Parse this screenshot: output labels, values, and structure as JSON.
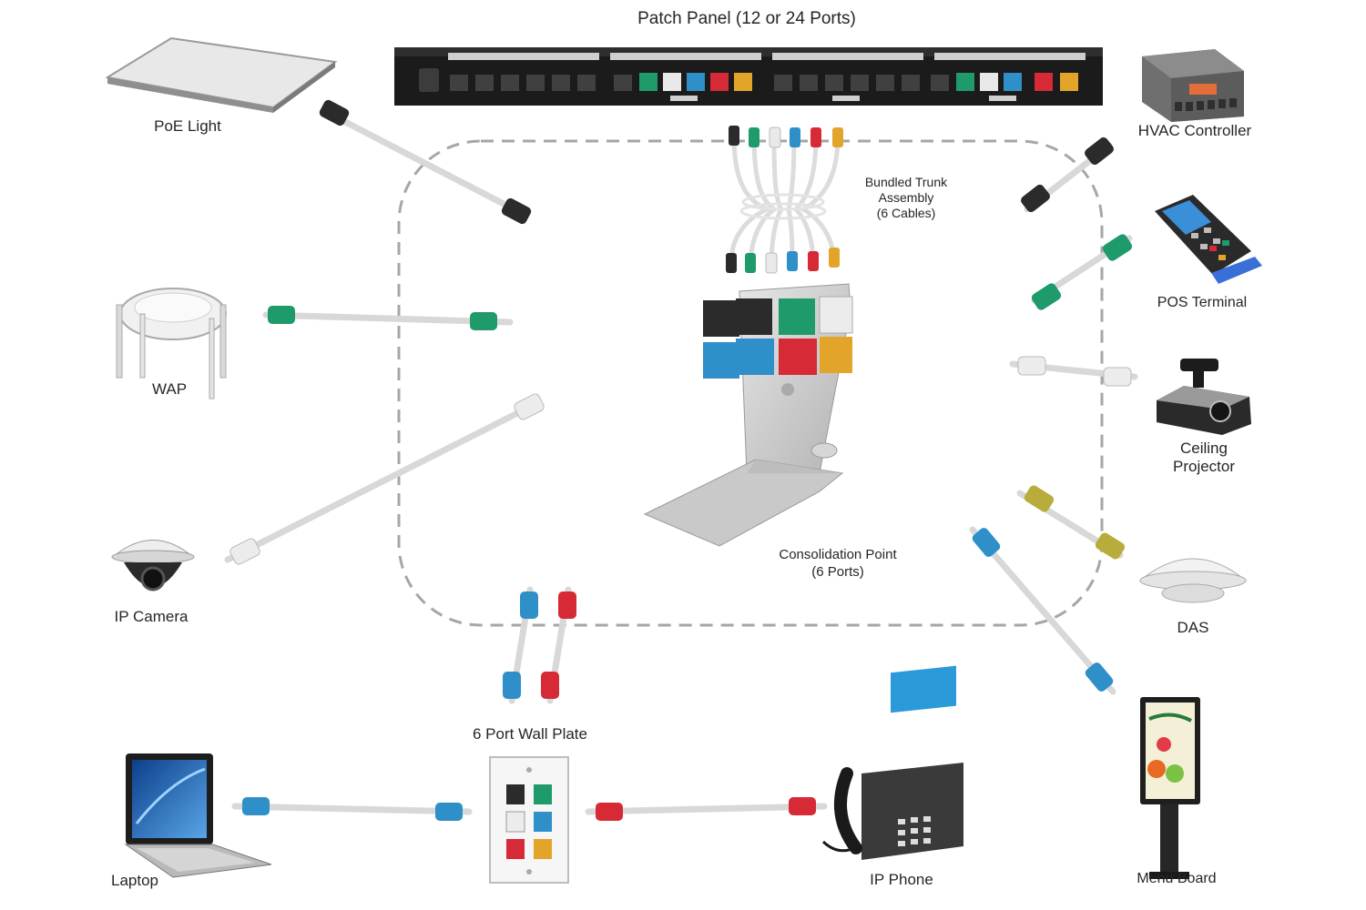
{
  "title": "Patch Panel (12 or 24 Ports)",
  "trunk": {
    "line1": "Bundled Trunk",
    "line2": "Assembly",
    "line3": "(6 Cables)"
  },
  "consolidation": {
    "line1": "Consolidation Point",
    "line2": "(6 Ports)"
  },
  "wallplate": "6 Port Wall Plate",
  "devices": {
    "poe_light": "PoE Light",
    "wap": "WAP",
    "ip_camera": "IP Camera",
    "laptop": "Laptop",
    "ip_phone": "IP Phone",
    "menu_board": "Menu Board",
    "das": "DAS",
    "ceiling_projector_1": "Ceiling",
    "ceiling_projector_2": "Projector",
    "pos_terminal": "POS Terminal",
    "hvac_controller": "HVAC Controller"
  },
  "colors": {
    "black": "#2b2b2b",
    "green": "#1f9a6a",
    "white": "#e9e9e9",
    "blue": "#2f8fc8",
    "red": "#d62a36",
    "yellow": "#e2a52a",
    "olive": "#b8ad3c",
    "cable": "#d8d8d8",
    "dash": "#a6a6a6"
  }
}
